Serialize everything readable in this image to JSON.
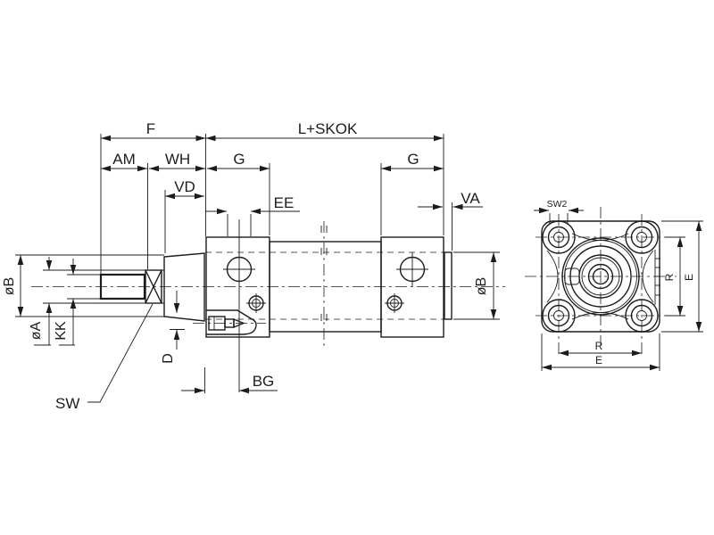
{
  "title": "Pneumatic cylinder dimensional drawing",
  "colors": {
    "background": "#ffffff",
    "line": "#1c1c1c"
  },
  "side_view": {
    "top_dims": {
      "f": "F",
      "l_plus_stroke": "L+SKOK"
    },
    "second_dims": {
      "am": "AM",
      "wh": "WH",
      "g_front": "G",
      "g_rear": "G"
    },
    "third_dims": {
      "vd": "VD",
      "ee": "EE",
      "va": "VA"
    },
    "left_dims": {
      "ob": "øB",
      "oa": "øA",
      "kk": "KK"
    },
    "bottom_dims": {
      "d": "D",
      "sw": "SW",
      "bg": "BG"
    },
    "right_dims": {
      "ob": "øB"
    }
  },
  "end_view": {
    "sw2": "SW2",
    "r_vertical": "R",
    "e_vertical": "E",
    "r_horizontal": "R",
    "e_horizontal": "E"
  }
}
